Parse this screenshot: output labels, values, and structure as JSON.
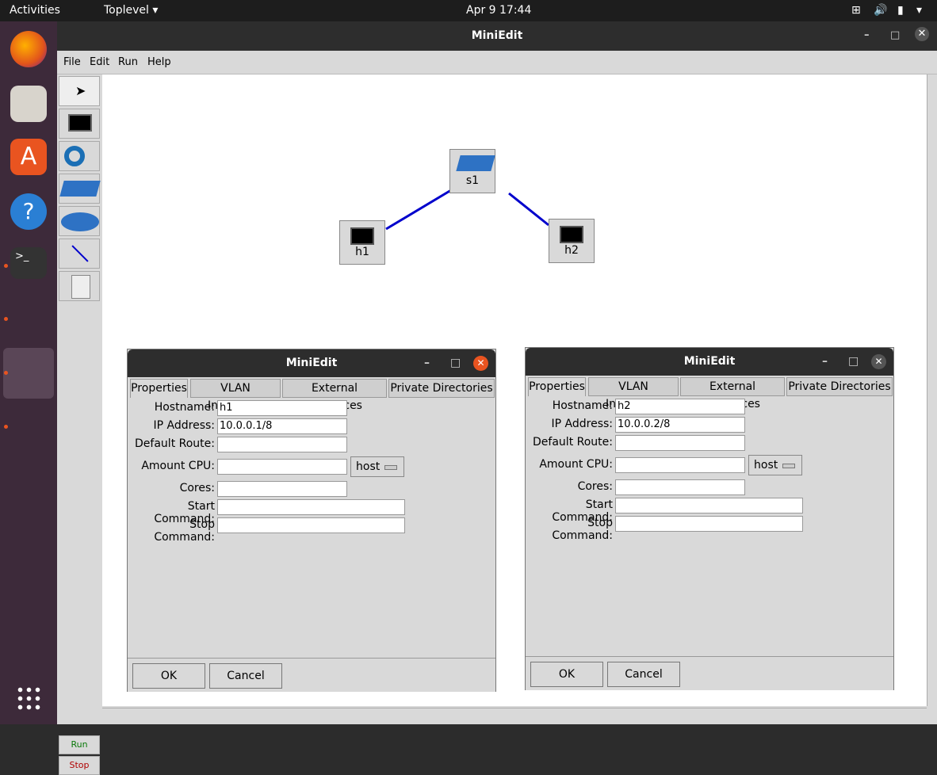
{
  "topbar": {
    "activities": "Activities",
    "app_menu": "Toplevel",
    "datetime": "Apr 9  17:44"
  },
  "window": {
    "title": "MiniEdit"
  },
  "menu": {
    "file": "File",
    "edit": "Edit",
    "run": "Run",
    "help": "Help"
  },
  "toolbar": {
    "run": "Run",
    "stop": "Stop"
  },
  "canvas": {
    "nodes": {
      "s1": "s1",
      "h1": "h1",
      "h2": "h2"
    }
  },
  "dialog1": {
    "title": "MiniEdit",
    "tabs": [
      "Properties",
      "VLAN Interfaces",
      "External Interfaces",
      "Private Directories"
    ],
    "labels": {
      "hostname": "Hostname:",
      "ip": "IP Address:",
      "route": "Default Route:",
      "cpu": "Amount CPU:",
      "cores": "Cores:",
      "start": "Start Command:",
      "stop": "Stop Command:"
    },
    "values": {
      "hostname": "h1",
      "ip": "10.0.0.1/8",
      "route": "",
      "cpu": "",
      "cores": "",
      "start": "",
      "stop": ""
    },
    "cpu_mode": "host",
    "ok": "OK",
    "cancel": "Cancel"
  },
  "dialog2": {
    "title": "MiniEdit",
    "tabs": [
      "Properties",
      "VLAN Interfaces",
      "External Interfaces",
      "Private Directories"
    ],
    "labels": {
      "hostname": "Hostname:",
      "ip": "IP Address:",
      "route": "Default Route:",
      "cpu": "Amount CPU:",
      "cores": "Cores:",
      "start": "Start Command:",
      "stop": "Stop Command:"
    },
    "values": {
      "hostname": "h2",
      "ip": "10.0.0.2/8",
      "route": "",
      "cpu": "",
      "cores": "",
      "start": "",
      "stop": ""
    },
    "cpu_mode": "host",
    "ok": "OK",
    "cancel": "Cancel"
  },
  "colors": {
    "link": "#0000cc",
    "accent": "#e95420",
    "dock": "#3d2a3a"
  }
}
